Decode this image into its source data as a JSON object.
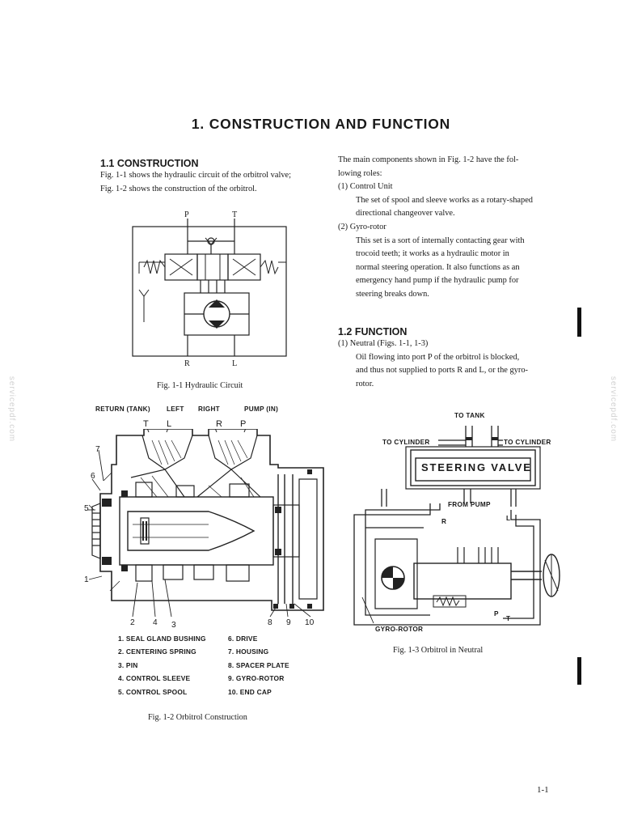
{
  "page": {
    "title": "1. CONSTRUCTION AND FUNCTION",
    "page_number": "1-1",
    "watermark": "servicepdf.com"
  },
  "construction": {
    "heading": "1.1 CONSTRUCTION",
    "lines": [
      "Fig. 1-1 shows the hydraulic circuit of the orbitrol valve;",
      "Fig. 1-2 shows the construction of the orbitrol."
    ]
  },
  "fig1": {
    "caption": "Fig. 1-1   Hydraulic Circuit",
    "labels": {
      "p": "P",
      "t": "T",
      "r": "R",
      "l": "L"
    }
  },
  "roles": {
    "intro": [
      "The main components shown in Fig. 1-2 have the fol-",
      "lowing roles:"
    ],
    "items": [
      {
        "title": "(1)  Control Unit",
        "lines": [
          "The set of spool and sleeve works as a rotary-shaped",
          "directional changeover valve."
        ]
      },
      {
        "title": "(2)  Gyro-rotor",
        "lines": [
          "This set is a sort of internally contacting gear with",
          "trocoid teeth;  it works as a hydraulic motor in",
          "normal steering operation.  It also functions as an",
          "emergency hand pump if the hydraulic pump for",
          "steering breaks down."
        ]
      }
    ]
  },
  "function": {
    "heading": "1.2 FUNCTION",
    "item_title": "(1)  Neutral (Figs. 1-1, 1-3)",
    "lines": [
      "Oil flowing into port P of the orbitrol is blocked,",
      "and thus not supplied to ports R and L, or the gyro-",
      "rotor."
    ]
  },
  "fig2": {
    "caption": "Fig. 1-2   Orbitrol Construction",
    "top_labels": {
      "return": "RETURN (TANK)",
      "left": "LEFT",
      "right": "RIGHT",
      "pump": "PUMP (IN)",
      "t": "T",
      "l": "L",
      "r": "R",
      "p": "P"
    },
    "callouts": [
      "1",
      "2",
      "3",
      "4",
      "5",
      "6",
      "7",
      "8",
      "9",
      "10"
    ],
    "legend_left": [
      "1.  SEAL GLAND BUSHING",
      "2.  CENTERING SPRING",
      "3.  PIN",
      "4.  CONTROL SLEEVE",
      "5.  CONTROL SPOOL"
    ],
    "legend_right": [
      "6.  DRIVE",
      "7.  HOUSING",
      "8.  SPACER PLATE",
      "9.  GYRO-ROTOR",
      "10.  END CAP"
    ]
  },
  "fig3": {
    "caption": "Fig. 1-3   Orbitrol in Neutral",
    "labels": {
      "to_tank": "TO TANK",
      "to_cylinder_left": "TO CYLINDER",
      "to_cylinder_right": "TO CYLINDER",
      "steering_valve": "STEERING  VALVE",
      "from_pump": "FROM PUMP",
      "r": "R",
      "l": "L",
      "p": "P",
      "t": "T",
      "gyro_rotor": "GYRO-ROTOR"
    }
  }
}
